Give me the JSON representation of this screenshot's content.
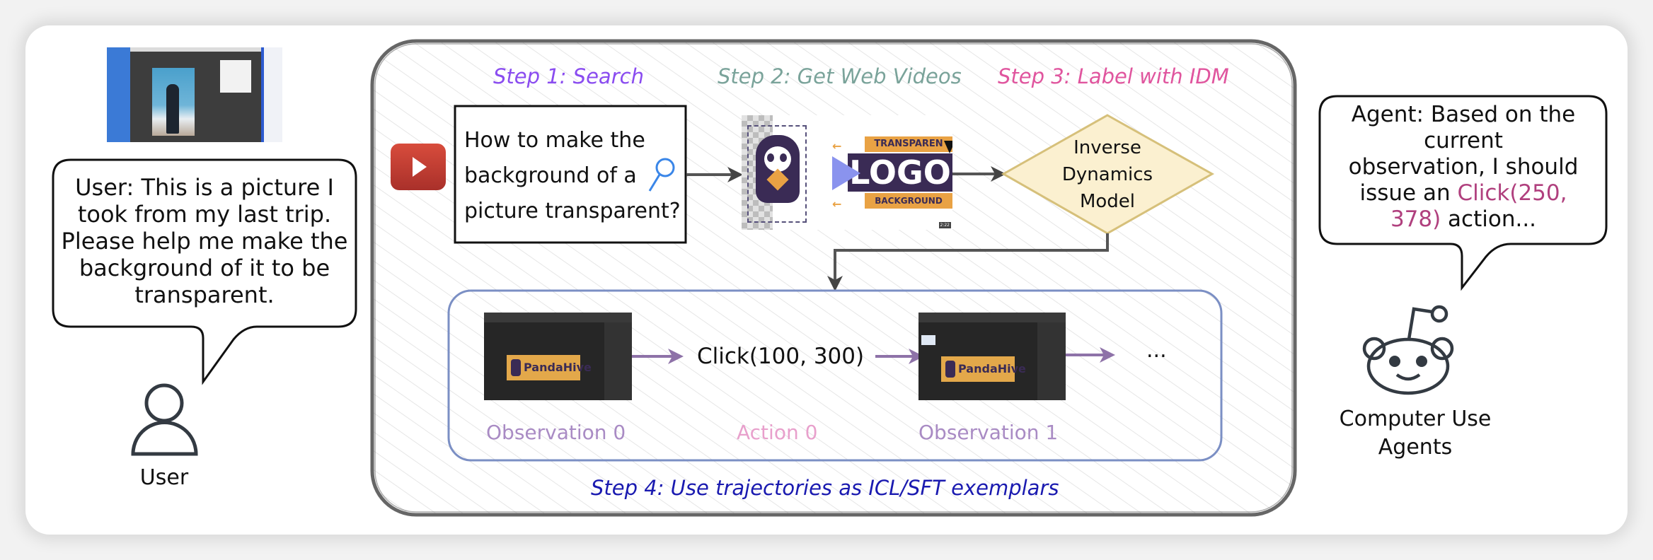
{
  "steps": {
    "step1": {
      "label": "Step 1: Search",
      "color": "#8a4cf0"
    },
    "step2": {
      "label": "Step 2: Get Web Videos",
      "color": "#7aa39a"
    },
    "step3": {
      "label": "Step 3: Label with IDM",
      "color": "#e0559e"
    },
    "step4": {
      "label": "Step 4: Use trajectories as ICL/SFT exemplars",
      "color": "#1a1ab0"
    }
  },
  "user": {
    "message": "User: This is a picture I took from my last trip. Please help me make the background of it to be transparent.",
    "message_lines": [
      "User: This is a picture I",
      "took from my last trip.",
      "Please help me make the",
      "background of it to be",
      "transparent."
    ],
    "label": "User",
    "screenshot_icon": "photo-editor-screenshot"
  },
  "search": {
    "query_lines": [
      "How to make the",
      "background of a",
      "picture transparent?"
    ],
    "youtube_icon": "youtube-play-icon",
    "search_icon": "magnifier-icon"
  },
  "video": {
    "thumbnail_texts": [
      "TRANSPAREN",
      "LOGO",
      "BACKGROUND"
    ],
    "duration": "2:22"
  },
  "idm": {
    "lines": [
      "Inverse",
      "Dynamics",
      "Model"
    ]
  },
  "trajectory": {
    "observations": [
      {
        "label": "Observation 0",
        "logo": "PandaHive"
      },
      {
        "label": "Observation 1",
        "logo": "PandaHive"
      }
    ],
    "action": {
      "text": "Click(100, 300)",
      "label": "Action 0"
    },
    "ellipsis": "...",
    "colors": {
      "observation": "#a98bc4",
      "action_label": "#e8a0cc",
      "arrow": "#8e72a8",
      "border": "#7b8fc4"
    }
  },
  "agent": {
    "message_lines": [
      {
        "parts": [
          {
            "text": "Agent: Based on the"
          }
        ]
      },
      {
        "parts": [
          {
            "text": "current"
          }
        ]
      },
      {
        "parts": [
          {
            "text": "observation, I should"
          }
        ]
      },
      {
        "parts": [
          {
            "text": "issue an "
          },
          {
            "text": "Click(250,",
            "highlight": true
          }
        ]
      },
      {
        "parts": [
          {
            "text": "378)",
            "highlight": true
          },
          {
            "text": " action..."
          }
        ]
      }
    ],
    "highlight_color": "#b0407e",
    "label_lines": [
      "Computer Use",
      "Agents"
    ]
  }
}
